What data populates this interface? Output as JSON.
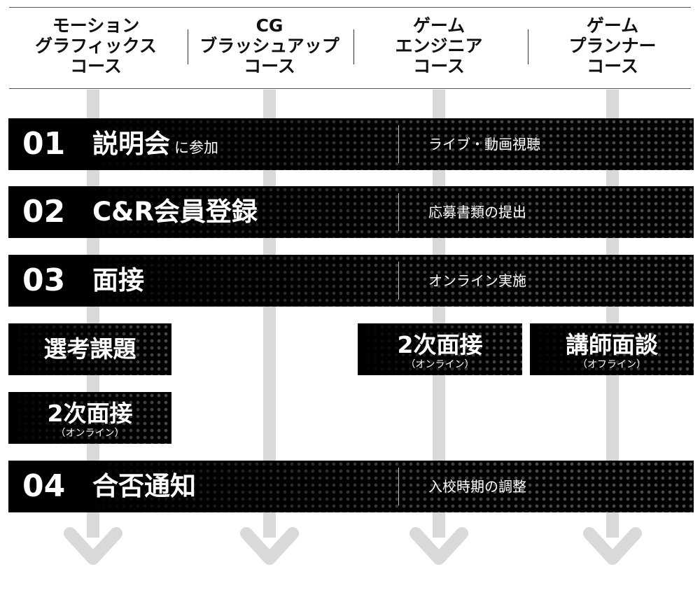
{
  "courses": [
    {
      "lines": [
        "モーション",
        "グラフィックス",
        "コース"
      ]
    },
    {
      "lines": [
        "CG",
        "ブラッシュアップ",
        "コース"
      ]
    },
    {
      "lines": [
        "ゲーム",
        "エンジニア",
        "コース"
      ]
    },
    {
      "lines": [
        "ゲーム",
        "プランナー",
        "コース"
      ]
    }
  ],
  "steps": [
    {
      "number": "01",
      "title": "説明会",
      "suffix": "に参加",
      "note": "ライブ・動画視聴"
    },
    {
      "number": "02",
      "title": "C&R会員登録",
      "suffix": "",
      "note": "応募書類の提出"
    },
    {
      "number": "03",
      "title": "面接",
      "suffix": "",
      "note": "オンライン実施"
    },
    {
      "number": "04",
      "title": "合否通知",
      "suffix": "",
      "note": "入校時期の調整"
    }
  ],
  "branches": {
    "task": {
      "label": "選考課題"
    },
    "interview_left": {
      "label": "2次面接",
      "sub": "（オンライン）"
    },
    "interview_right": {
      "label": "2次面接",
      "sub": "（オンライン）"
    },
    "instructor": {
      "label": "講師面談",
      "sub": "（オフライン）"
    }
  },
  "colors": {
    "bar": "#000000",
    "dot": "#4a4a4a",
    "lane": "#d9d9d9",
    "text_on_dark": "#ffffff"
  }
}
